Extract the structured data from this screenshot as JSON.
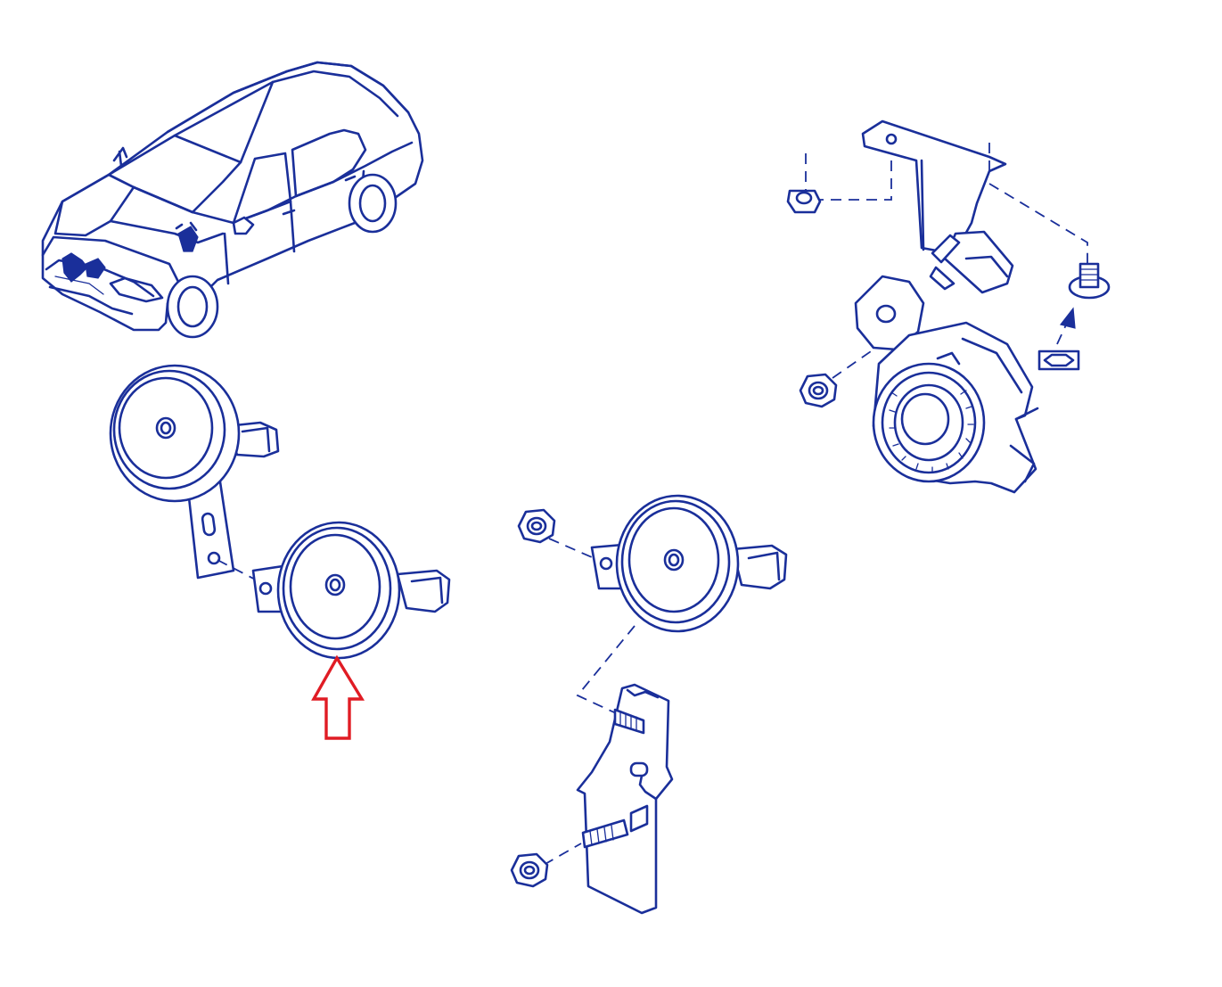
{
  "diagram": {
    "line_color": "#1a2f9a",
    "accent_color": "#e01c24",
    "parts": [
      {
        "name": "vehicle",
        "icon": "car-icon"
      },
      {
        "name": "horn-upper-left",
        "icon": "horn-icon"
      },
      {
        "name": "horn-highlighted",
        "icon": "horn-icon",
        "highlighted": true
      },
      {
        "name": "horn-center",
        "icon": "horn-icon"
      },
      {
        "name": "horn-bracket",
        "icon": "bracket-icon"
      },
      {
        "name": "siren-assembly",
        "icon": "siren-icon"
      },
      {
        "name": "nut",
        "icon": "nut-icon"
      },
      {
        "name": "bolt",
        "icon": "bolt-icon"
      },
      {
        "name": "clip",
        "icon": "clip-icon"
      }
    ],
    "indicator": {
      "icon": "up-arrow-icon",
      "points_to": "horn-highlighted"
    }
  }
}
